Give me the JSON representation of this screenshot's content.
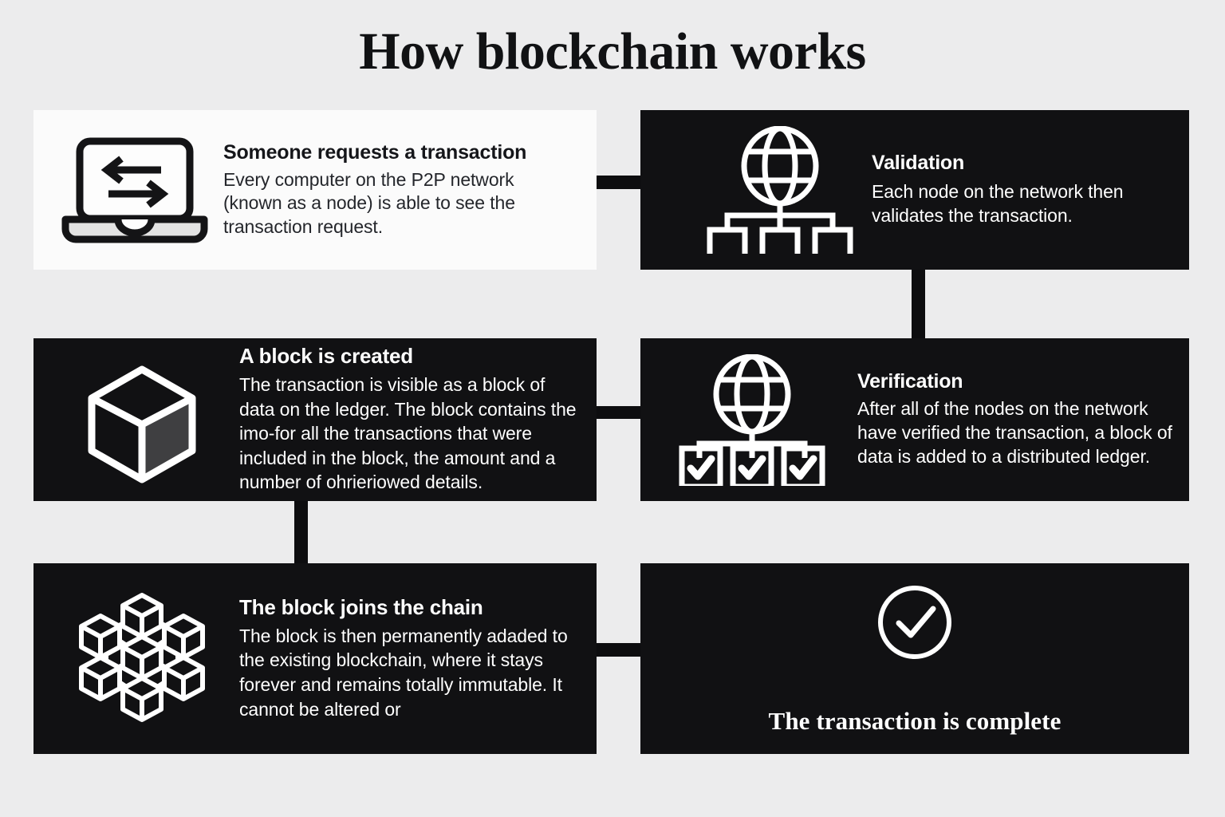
{
  "page": {
    "title": "How blockchain works",
    "background_color": "#ececed",
    "card_dark_color": "#111113",
    "card_light_color": "#fbfbfb",
    "accent_text_color": "#ffffff"
  },
  "steps": [
    {
      "id": "request",
      "icon": "laptop-exchange-icon",
      "theme": "light",
      "title": "Someone requests a transaction",
      "body": "Every computer on the P2P network (known as a node) is able to see the transaction request."
    },
    {
      "id": "validation",
      "icon": "globe-network-nodes-icon",
      "theme": "dark",
      "title": "Validation",
      "body": "Each node on the network then validates the transaction."
    },
    {
      "id": "block",
      "icon": "cube-icon",
      "theme": "dark",
      "title": "A block is created",
      "body": "The transaction is visible as a block of data on the ledger. The block contains the imo-for all the transactions that were included in the block, the amount and a number of ohrieriowed details."
    },
    {
      "id": "verify",
      "icon": "globe-network-checkmarks-icon",
      "theme": "dark",
      "title": "Verification",
      "body": "After all of the nodes on the network have verified the transaction, a block of data is added to a distributed ledger."
    },
    {
      "id": "chain",
      "icon": "blockchain-cluster-icon",
      "theme": "dark",
      "title": "The block joins the chain",
      "body": "The block is then permanently adaded to the existing blockchain, where it stays forever and remains totally immutable. It cannot be altered or"
    },
    {
      "id": "complete",
      "icon": "check-circle-icon",
      "theme": "dark",
      "title": "The transaction is complete",
      "body": ""
    }
  ]
}
